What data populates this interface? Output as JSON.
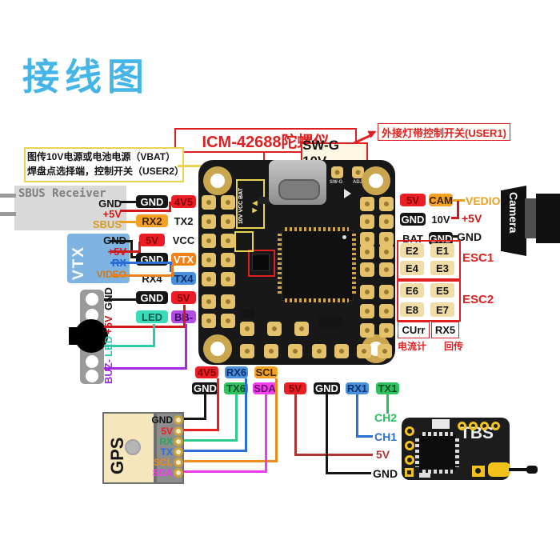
{
  "title": "接线图",
  "labels": {
    "gyro": "ICM-42688陀螺仪",
    "user1": "外接灯带控制开关(USER1)",
    "swg": "SW-G 10V",
    "user2_l1": "图传10V电源或电池电源（VBAT）",
    "user2_l2": "焊盘点选择端，控制开关（USER2）",
    "esc1": "ESC1",
    "esc2": "ESC2",
    "current": "电流计",
    "telemetry": "回传",
    "sel_pads": "10V VCC BAT",
    "sel_arrows": "◀▶",
    "board_silk_1": "SW-G",
    "board_silk_2": "ADJ"
  },
  "sbus": {
    "title": "SBUS Receiver",
    "pins": [
      "GND",
      "+5V",
      "SBUS"
    ]
  },
  "vtx": {
    "title": "VTX",
    "pins": [
      "GND",
      "+5V",
      "RX",
      "VIDEO"
    ]
  },
  "buzzer": {
    "pins": [
      "GND",
      "+5V",
      "LED",
      "BUZ-"
    ]
  },
  "left_pads": {
    "rows": [
      [
        "GND",
        "4V5"
      ],
      [
        "RX2",
        "TX2"
      ],
      [
        "5V",
        "VCC"
      ],
      [
        "GND",
        "VTX"
      ],
      [
        "RX4",
        "TX4"
      ],
      [
        "GND",
        "5V"
      ],
      [
        "LED",
        "BB-"
      ]
    ]
  },
  "right_pads": {
    "rows": [
      [
        "5V",
        "CAM"
      ],
      [
        "GND",
        "10V"
      ],
      [
        "BAT",
        "GND"
      ]
    ],
    "wire_labels": [
      "VEDIO",
      "+5V",
      "GND"
    ]
  },
  "esc": {
    "rows": [
      [
        "E2",
        "E1"
      ],
      [
        "E4",
        "E3"
      ],
      [
        "E6",
        "E5"
      ],
      [
        "E8",
        "E7"
      ]
    ]
  },
  "current_row": [
    "CUrr",
    "RX5"
  ],
  "camera": {
    "title": "Camera"
  },
  "bottom_pads": {
    "top": [
      "4V5",
      "RX6",
      "SCL"
    ],
    "bottom": [
      "GND",
      "TX6",
      "SDA",
      "5V",
      "GND",
      "RX1",
      "TX1"
    ]
  },
  "gps": {
    "title": "GPS",
    "pins": [
      "GND",
      "5V",
      "RX",
      "TX",
      "SCL",
      "SDA"
    ]
  },
  "tbs": {
    "title": "TBS",
    "pins": [
      "CH2",
      "CH1",
      "5V",
      "GND"
    ]
  },
  "colors": {
    "accent_blue": "#45b5e8",
    "annotation_red": "#e02020",
    "annotation_yellow": "#e8d44d"
  }
}
